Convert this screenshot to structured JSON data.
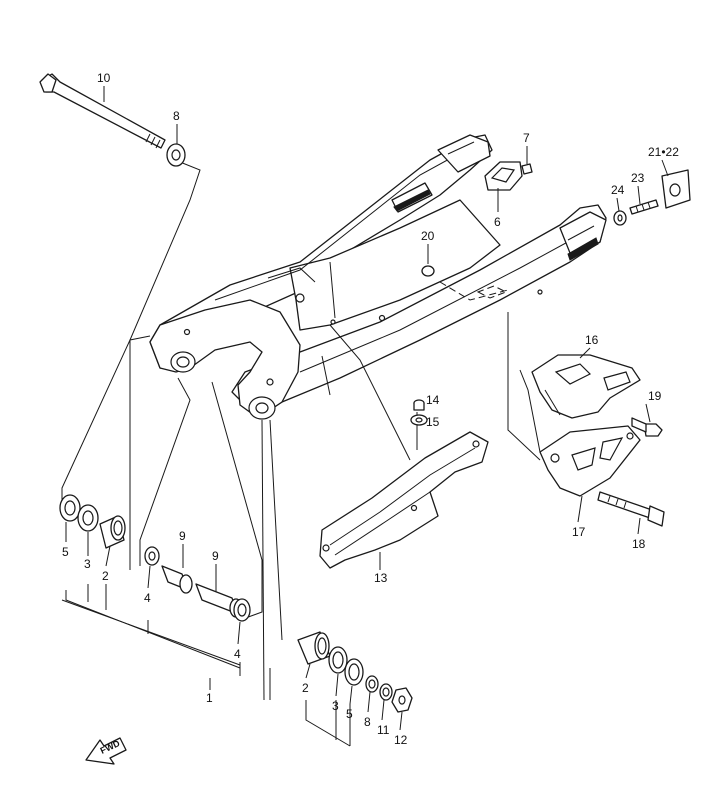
{
  "callouts": {
    "c1": "1",
    "c2a": "2",
    "c2b": "2",
    "c3a": "3",
    "c3b": "3",
    "c4a": "4",
    "c4b": "4",
    "c5a": "5",
    "c5b": "5",
    "c6": "6",
    "c7": "7",
    "c8a": "8",
    "c8b": "8",
    "c9a": "9",
    "c9b": "9",
    "c10": "10",
    "c11": "11",
    "c12": "12",
    "c13": "13",
    "c14": "14",
    "c15": "15",
    "c16": "16",
    "c17": "17",
    "c18": "18",
    "c19": "19",
    "c20": "20",
    "c2122": "21•22",
    "c23": "23",
    "c24": "24"
  },
  "direction_badge": "FWD",
  "colors": {
    "line": "#1a1a1a",
    "background": "#ffffff"
  }
}
